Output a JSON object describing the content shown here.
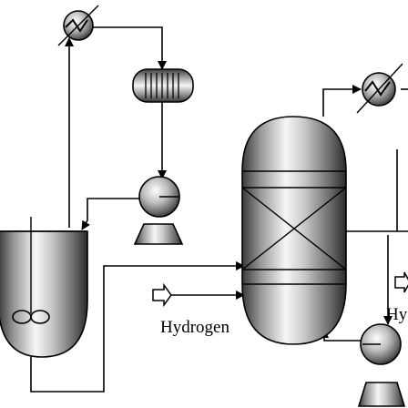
{
  "diagram": {
    "labels": {
      "hydrogen": "Hydrogen",
      "hydrogen_partial": "Hy"
    },
    "units": [
      {
        "name": "heat-exchanger-top-left",
        "type": "heat-exchanger"
      },
      {
        "name": "drum-filter",
        "type": "horizontal-drum"
      },
      {
        "name": "pump-left",
        "type": "pump"
      },
      {
        "name": "stirred-tank-reactor",
        "type": "stirred-tank"
      },
      {
        "name": "packed-column",
        "type": "column"
      },
      {
        "name": "heat-exchanger-right",
        "type": "heat-exchanger"
      },
      {
        "name": "pump-right",
        "type": "pump"
      }
    ],
    "colors": {
      "stroke": "#000000",
      "metal_light": "#f4f4f4",
      "metal_dark": "#2a2a2a"
    }
  }
}
